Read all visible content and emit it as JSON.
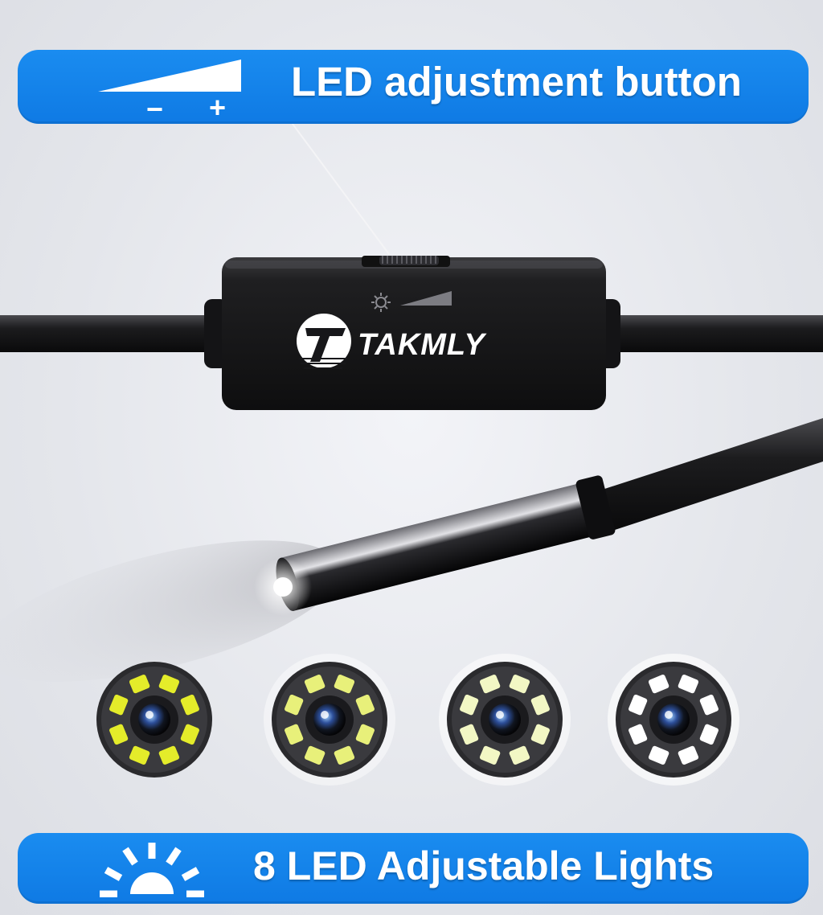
{
  "top_banner": {
    "title": "LED adjustment button",
    "minus": "−",
    "plus": "+"
  },
  "control_box": {
    "brand": "TAKMLY",
    "logo_letter": "T"
  },
  "bottom_banner": {
    "title": "8 LED Adjustable Lights"
  },
  "led_levels": [
    {
      "name": "level-1",
      "color": "#e4ec2a"
    },
    {
      "name": "level-2",
      "color": "#e8f07a"
    },
    {
      "name": "level-3",
      "color": "#f2f7c4"
    },
    {
      "name": "level-4",
      "color": "#ffffff"
    }
  ],
  "colors": {
    "accent": "#1184ea",
    "background": "#e8e9ee"
  },
  "icons": [
    "brightness-ramp-icon",
    "sun-icon",
    "half-sun-icon"
  ]
}
